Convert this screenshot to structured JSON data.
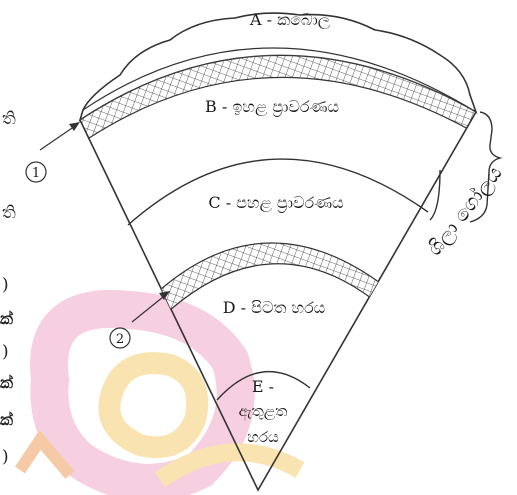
{
  "layers": {
    "a": "A - කබොල",
    "b": "B - ඉහළ ප්‍රාවරණය",
    "c": "C - පහළ ප්‍රාවරණය",
    "d": "D - පිටත හරය",
    "e_line1": "E -",
    "e_line2": "ඇතුළත",
    "e_line3": "හරය"
  },
  "markers": {
    "one": "1",
    "two": "2"
  },
  "side_label": "ශිලා ගෝලය",
  "left_fragments": [
    "ති",
    "ති",
    ")",
    "ක්",
    ")",
    "ක්",
    "ක්",
    ")"
  ],
  "colors": {
    "line": "#333333",
    "watermark_pink": "#f0a8c8",
    "watermark_yellow": "#f5cf72",
    "watermark_orange": "#f0a060"
  }
}
